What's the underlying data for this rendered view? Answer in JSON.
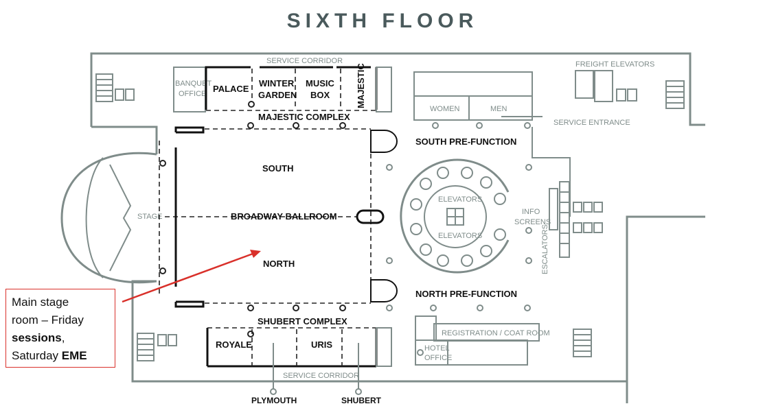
{
  "title": "SIXTH FLOOR",
  "rooms": {
    "service_corridor_top": "SERVICE CORRIDOR",
    "banquet_office": [
      "BANQUET",
      "OFFICE"
    ],
    "palace": "PALACE",
    "winter_garden": [
      "WINTER",
      "GARDEN"
    ],
    "music_box": [
      "MUSIC",
      "BOX"
    ],
    "majestic": "MAJESTIC",
    "majestic_complex": "MAJESTIC COMPLEX",
    "women": "WOMEN",
    "men": "MEN",
    "freight_elevators": "FREIGHT ELEVATORS",
    "service_entrance": "SERVICE ENTRANCE",
    "south_prefunction": "SOUTH PRE-FUNCTION",
    "south": "SOUTH",
    "broadway_ballroom": "BROADWAY BALLROOM",
    "north": "NORTH",
    "stage": "STAGE",
    "elevators_top": "ELEVATORS",
    "elevators_bottom": "ELEVATORS",
    "info_screens": [
      "INFO",
      "SCREENS"
    ],
    "escalators": "ESCALATORS",
    "north_prefunction": "NORTH PRE-FUNCTION",
    "shubert_complex": "SHUBERT COMPLEX",
    "royale": "ROYALE",
    "uris": "URIS",
    "registration": "REGISTRATION / COAT ROOM",
    "hotel_office": [
      "HOTEL",
      "OFFICE"
    ],
    "service_corridor_bottom": "SERVICE CORRIDOR",
    "plymouth": "PLYMOUTH",
    "shubert": "SHUBERT"
  },
  "annotation": {
    "line1": "Main stage",
    "line2": "room – Friday",
    "line3_bold": "sessions",
    "line3_rest": ",",
    "line4": "Saturday ",
    "line4_bold": "EME",
    "color": "#d9302a"
  }
}
